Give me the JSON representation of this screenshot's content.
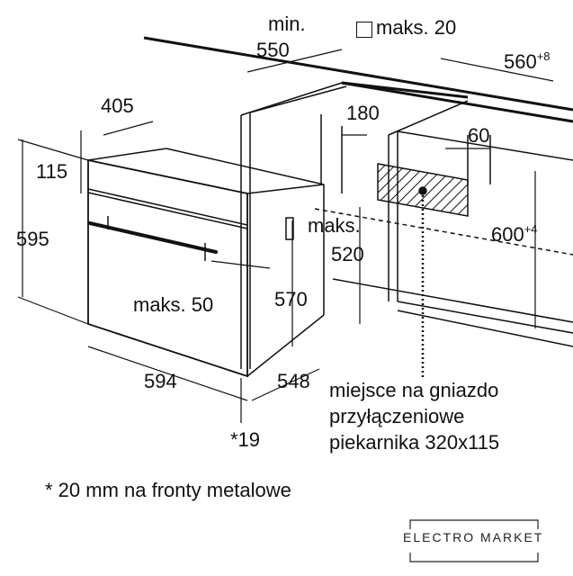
{
  "dimensions": {
    "min_label": "min.",
    "d550": "550",
    "maks20": "maks. 20",
    "d560": "560",
    "d560_sup": "+8",
    "d405": "405",
    "d180": "180",
    "d60": "60",
    "d115": "115",
    "d595": "595",
    "maks_label": "maks.",
    "d520": "520",
    "d600": "600",
    "d600_sup": "+4",
    "maks50": "maks. 50",
    "d570": "570",
    "d594": "594",
    "d548": "548",
    "star19": "*19"
  },
  "socket_note": [
    "miejsce na gniazdo",
    "przyłączeniowe",
    "piekarnika 320x115"
  ],
  "footnote": "* 20 mm na fronty metalowe",
  "logo": {
    "text": "ELECTRO MARKET"
  }
}
